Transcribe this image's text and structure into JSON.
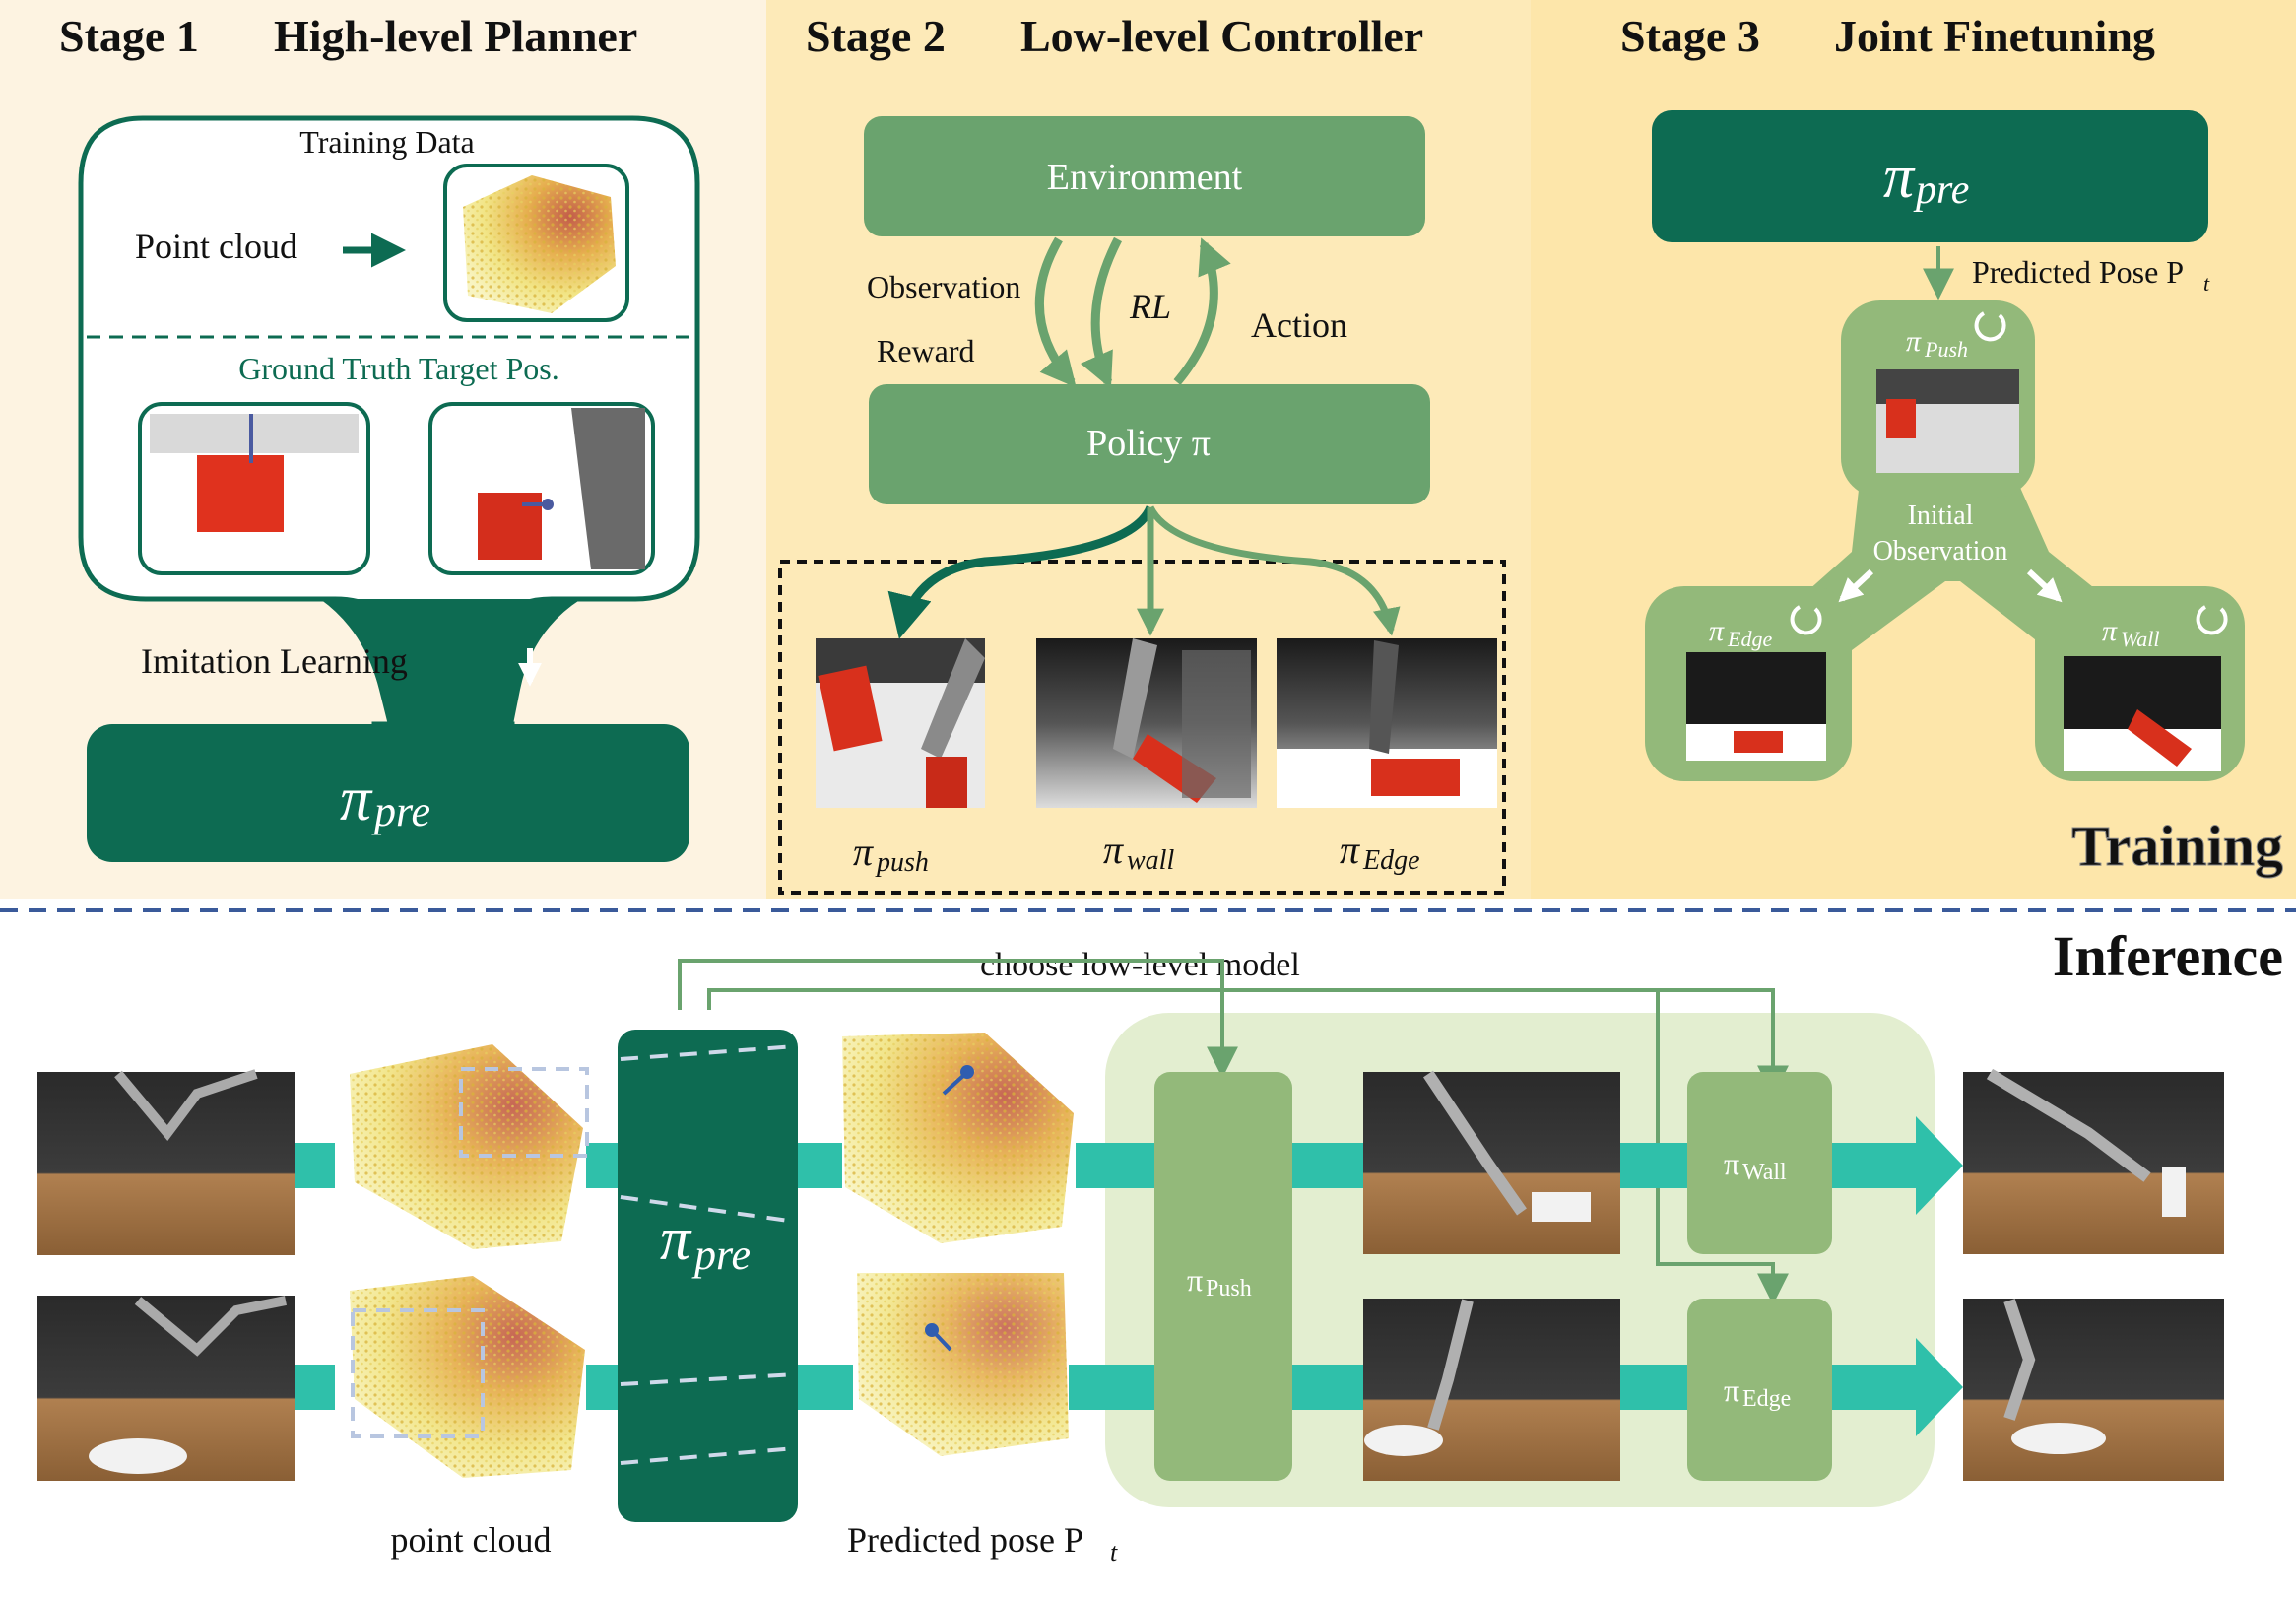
{
  "colors": {
    "stage1_bg": "#fdf3e1",
    "stage2_bg": "#fdeab8",
    "stage3_bg": "#fde6aa",
    "dark_green": "#0d6b52",
    "mid_green": "#6aa36e",
    "light_green": "#93b97a",
    "teal_arrow": "#2fc0aa",
    "inference_panel": "#e3eed0",
    "divider": "#3a5a9a"
  },
  "stage1": {
    "title_num": "Stage 1",
    "title_name": "High-level Planner",
    "training_data_label": "Training Data",
    "point_cloud_label": "Point cloud",
    "gt_label": "Ground Truth Target Pos.",
    "imitation_label": "Imitation Learning",
    "pi_symbol": "π",
    "pi_sub": "pre"
  },
  "stage2": {
    "title_num": "Stage 2",
    "title_name": "Low-level Controller",
    "environment_label": "Environment",
    "observation_label": "Observation",
    "reward_label": "Reward",
    "rl_label": "RL",
    "action_label": "Action",
    "policy_label": "Policy π",
    "policies": [
      {
        "sym": "π",
        "sub": "push"
      },
      {
        "sym": "π",
        "sub": "wall"
      },
      {
        "sym": "π",
        "sub": "Edge"
      }
    ]
  },
  "stage3": {
    "title_num": "Stage 3",
    "title_name": "Joint Finetuning",
    "pi_symbol": "π",
    "pi_sub": "pre",
    "predicted_pose_label": "Predicted Pose P",
    "predicted_pose_sub": "t",
    "push": {
      "sym": "π",
      "sub": "Push"
    },
    "edge": {
      "sym": "π",
      "sub": "Edge"
    },
    "wall": {
      "sym": "π",
      "sub": "Wall"
    },
    "initial_label_line1": "Initial",
    "initial_label_line2": "Observation",
    "training_label": "Training"
  },
  "inference": {
    "title": "Inference",
    "choose_label": "choose low-level model",
    "pi_symbol": "π",
    "pi_sub": "pre",
    "push": {
      "sym": "π",
      "sub": "Push"
    },
    "wall": {
      "sym": "π",
      "sub": "Wall"
    },
    "edge": {
      "sym": "π",
      "sub": "Edge"
    },
    "point_cloud_caption": "point cloud",
    "predicted_caption": "Predicted pose P",
    "predicted_caption_sub": "t"
  }
}
